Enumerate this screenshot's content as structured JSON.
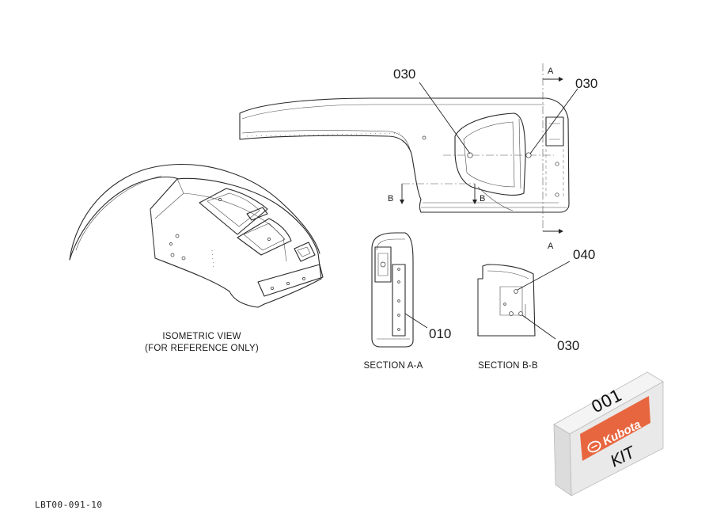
{
  "colors": {
    "line": "#2a2a2a",
    "kit_band": "#e8663f",
    "box_front": "#e9e9e9",
    "box_side": "#dcdcdc",
    "box_top": "#f4f4f4"
  },
  "views": {
    "isometric_title": "ISOMETRIC VIEW",
    "isometric_note": "(FOR REFERENCE ONLY)",
    "section_a": "SECTION A-A",
    "section_b": "SECTION B-B"
  },
  "section_markers": {
    "a_top": "A",
    "a_bottom": "A",
    "b_left": "B",
    "b_right": "B"
  },
  "callouts": {
    "main_left": "030",
    "main_right": "030",
    "section_a_part": "010",
    "section_b_top": "040",
    "section_b_bottom": "030"
  },
  "kit": {
    "number": "001",
    "brand": "Kubota",
    "label": "KIT"
  },
  "document_number": "LBT00-091-10"
}
